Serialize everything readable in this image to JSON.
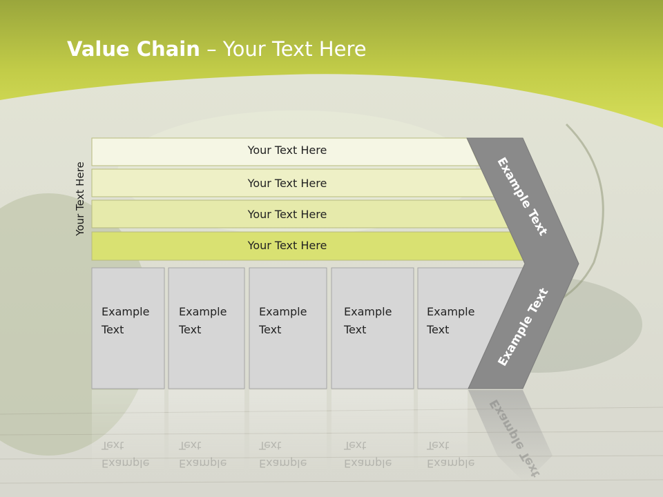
{
  "title": {
    "bold": "Value Chain",
    "rest": " – Your Text Here"
  },
  "vertical_label": "Your Text Here",
  "rows": [
    {
      "label": "Your Text Here"
    },
    {
      "label": "Your Text Here"
    },
    {
      "label": "Your Text Here"
    },
    {
      "label": "Your Text Here"
    }
  ],
  "boxes": [
    {
      "line1": "Example",
      "line2": "Text"
    },
    {
      "line1": "Example",
      "line2": "Text"
    },
    {
      "line1": "Example",
      "line2": "Text"
    },
    {
      "line1": "Example",
      "line2": "Text"
    },
    {
      "line1": "Example",
      "line2": "Text"
    }
  ],
  "arrow": {
    "upper_label": "Example Text",
    "lower_label": "Example Text"
  },
  "colors": {
    "header_green": "#c9d348",
    "row1": "#f5f6e4",
    "row2": "#eef0c6",
    "row3": "#e6eaab",
    "row4": "#d9e172",
    "box_gray": "#d6d6d6",
    "arrow_gray": "#8a8a8a"
  }
}
